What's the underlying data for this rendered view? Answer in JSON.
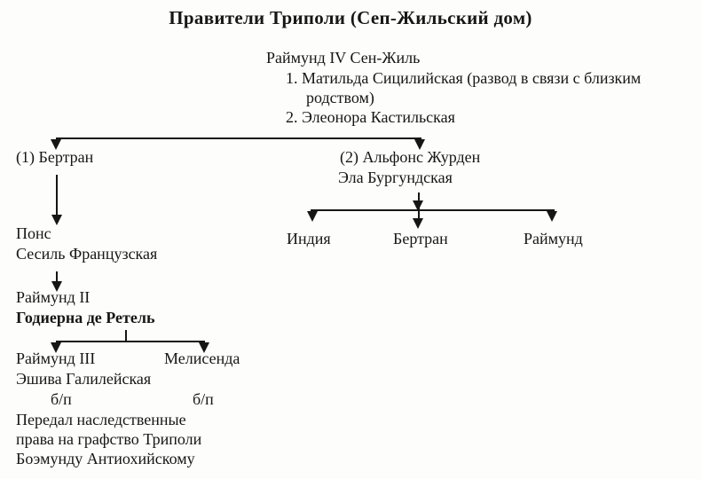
{
  "title": "Правители Триполи (Сеп-Жильский дом)",
  "root": {
    "name": "Раймунд IV Сен-Жиль",
    "wife1_line1": "1. Матильда Сицилийская (развод в связи с близким",
    "wife1_line2": "родством)",
    "wife2": "2. Элеонора Кастильская"
  },
  "left_branch": {
    "son": "(1) Бертран",
    "grandson": "Понс",
    "grandson_wife": "Сесиль Французская",
    "great_grandson": "Раймунд II",
    "great_grandson_wife": "Годиерна де Ретель",
    "gg_grandson": "Раймунд III",
    "gg_granddaughter": "Мелисенда",
    "gg_grandson_wife": "Эшива Галилейская",
    "childless_mark_left": "б/п",
    "childless_mark_right": "б/п",
    "note_line1": "Передал наследственные",
    "note_line2": "права на графство Триполи",
    "note_line3": "Боэмунду Антиохийскому"
  },
  "right_branch": {
    "son": "(2) Альфонс Журден",
    "son_wife": "Эла Бургундская",
    "children": [
      "Индия",
      "Бертран",
      "Раймунд"
    ]
  },
  "colors": {
    "background": "#fdfdfb",
    "text": "#161616",
    "line": "#161616"
  }
}
